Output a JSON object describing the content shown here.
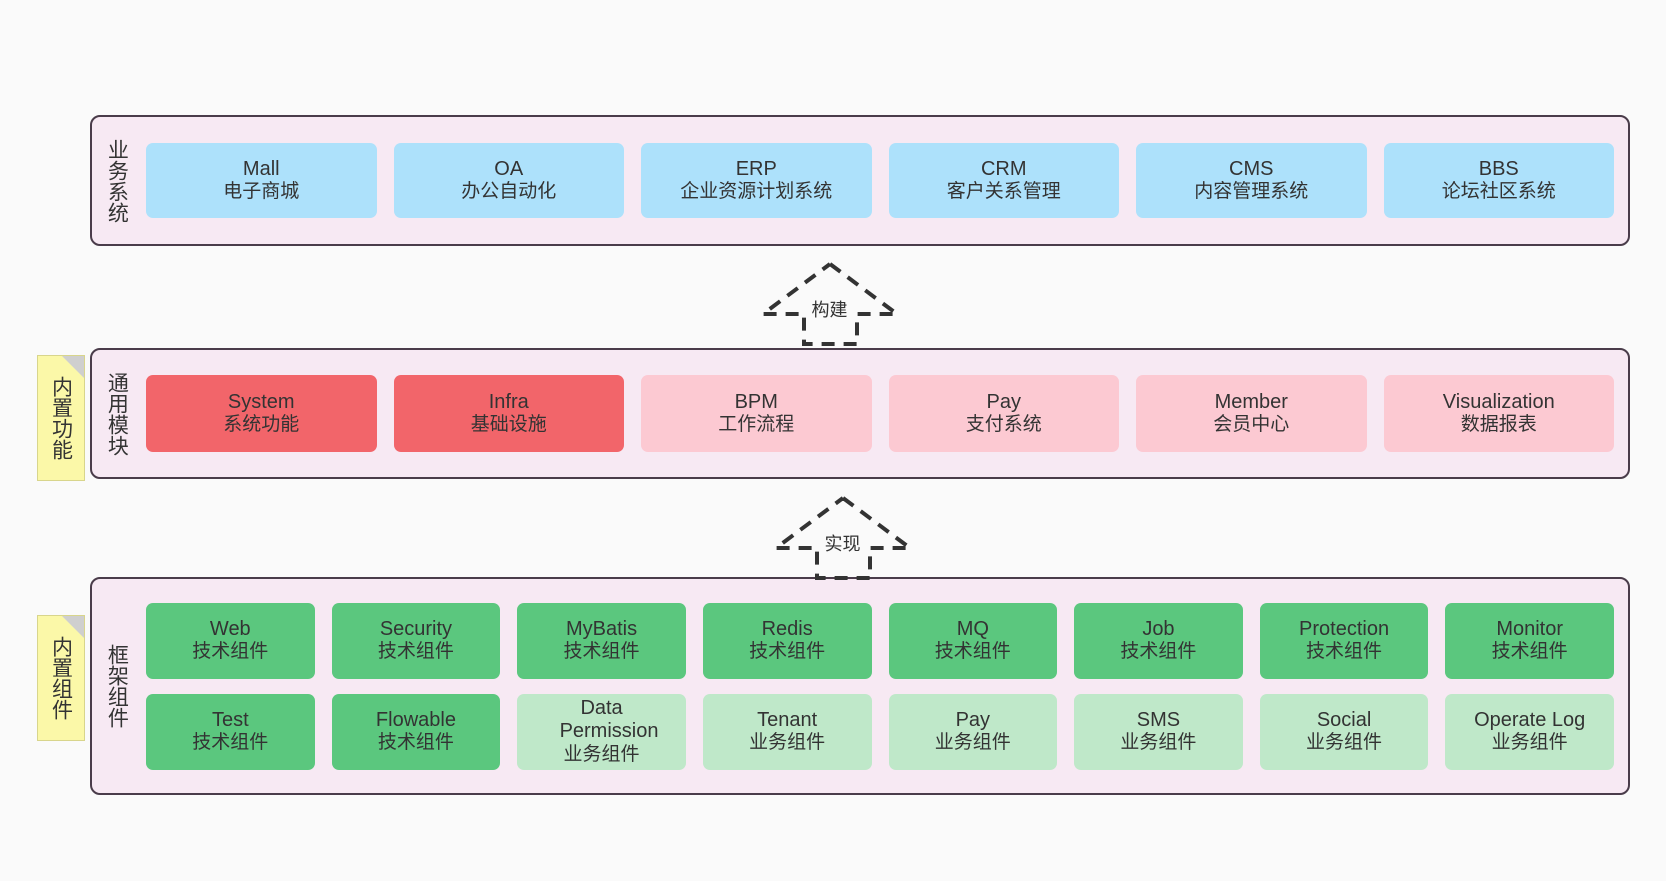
{
  "diagram": {
    "title": "",
    "background": "#fafafa",
    "layer_border": "#4a3c4a",
    "layer_fill": "#f7e9f3",
    "note_fill": "#fbf8a8"
  },
  "layers": [
    {
      "label": "业务系统",
      "rows": [
        {
          "cells": [
            {
              "en": "Mall",
              "cn": "电子商城",
              "color": "#ade1fb",
              "style": "c-blue"
            },
            {
              "en": "OA",
              "cn": "办公自动化",
              "color": "#ade1fb",
              "style": "c-blue"
            },
            {
              "en": "ERP",
              "cn": "企业资源计划系统",
              "color": "#ade1fb",
              "style": "c-blue"
            },
            {
              "en": "CRM",
              "cn": "客户关系管理",
              "color": "#ade1fb",
              "style": "c-blue"
            },
            {
              "en": "CMS",
              "cn": "内容管理系统",
              "color": "#ade1fb",
              "style": "c-blue"
            },
            {
              "en": "BBS",
              "cn": "论坛社区系统",
              "color": "#ade1fb",
              "style": "c-blue"
            }
          ]
        }
      ]
    },
    {
      "label": "通用模块",
      "note": "内置功能",
      "rows": [
        {
          "cells": [
            {
              "en": "System",
              "cn": "系统功能",
              "color": "#f2656a",
              "style": "c-red"
            },
            {
              "en": "Infra",
              "cn": "基础设施",
              "color": "#f2656a",
              "style": "c-red"
            },
            {
              "en": "BPM",
              "cn": "工作流程",
              "color": "#fcc9d2",
              "style": "c-pink"
            },
            {
              "en": "Pay",
              "cn": "支付系统",
              "color": "#fcc9d2",
              "style": "c-pink"
            },
            {
              "en": "Member",
              "cn": "会员中心",
              "color": "#fcc9d2",
              "style": "c-pink"
            },
            {
              "en": "Visualization",
              "cn": "数据报表",
              "color": "#fcc9d2",
              "style": "c-pink"
            }
          ]
        }
      ]
    },
    {
      "label": "框架组件",
      "note": "内置组件",
      "rows": [
        {
          "cells": [
            {
              "en": "Web",
              "cn": "技术组件",
              "color": "#5bc77e",
              "style": "c-green"
            },
            {
              "en": "Security",
              "cn": "技术组件",
              "color": "#5bc77e",
              "style": "c-green"
            },
            {
              "en": "MyBatis",
              "cn": "技术组件",
              "color": "#5bc77e",
              "style": "c-green"
            },
            {
              "en": "Redis",
              "cn": "技术组件",
              "color": "#5bc77e",
              "style": "c-green"
            },
            {
              "en": "MQ",
              "cn": "技术组件",
              "color": "#5bc77e",
              "style": "c-green"
            },
            {
              "en": "Job",
              "cn": "技术组件",
              "color": "#5bc77e",
              "style": "c-green"
            },
            {
              "en": "Protection",
              "cn": "技术组件",
              "color": "#5bc77e",
              "style": "c-green"
            },
            {
              "en": "Monitor",
              "cn": "技术组件",
              "color": "#5bc77e",
              "style": "c-green"
            }
          ]
        },
        {
          "cells": [
            {
              "en": "Test",
              "cn": "技术组件",
              "color": "#5bc77e",
              "style": "c-green"
            },
            {
              "en": "Flowable",
              "cn": "技术组件",
              "color": "#5bc77e",
              "style": "c-green"
            },
            {
              "en": "Data Permission",
              "cn": "业务组件",
              "color": "#bfe8c9",
              "style": "c-lgreen"
            },
            {
              "en": "Tenant",
              "cn": "业务组件",
              "color": "#bfe8c9",
              "style": "c-lgreen"
            },
            {
              "en": "Pay",
              "cn": "业务组件",
              "color": "#bfe8c9",
              "style": "c-lgreen"
            },
            {
              "en": "SMS",
              "cn": "业务组件",
              "color": "#bfe8c9",
              "style": "c-lgreen"
            },
            {
              "en": "Social",
              "cn": "业务组件",
              "color": "#bfe8c9",
              "style": "c-lgreen"
            },
            {
              "en": "Operate Log",
              "cn": "业务组件",
              "color": "#bfe8c9",
              "style": "c-lgreen"
            }
          ]
        }
      ]
    }
  ],
  "arrows": [
    {
      "label": "构建"
    },
    {
      "label": "实现"
    }
  ]
}
